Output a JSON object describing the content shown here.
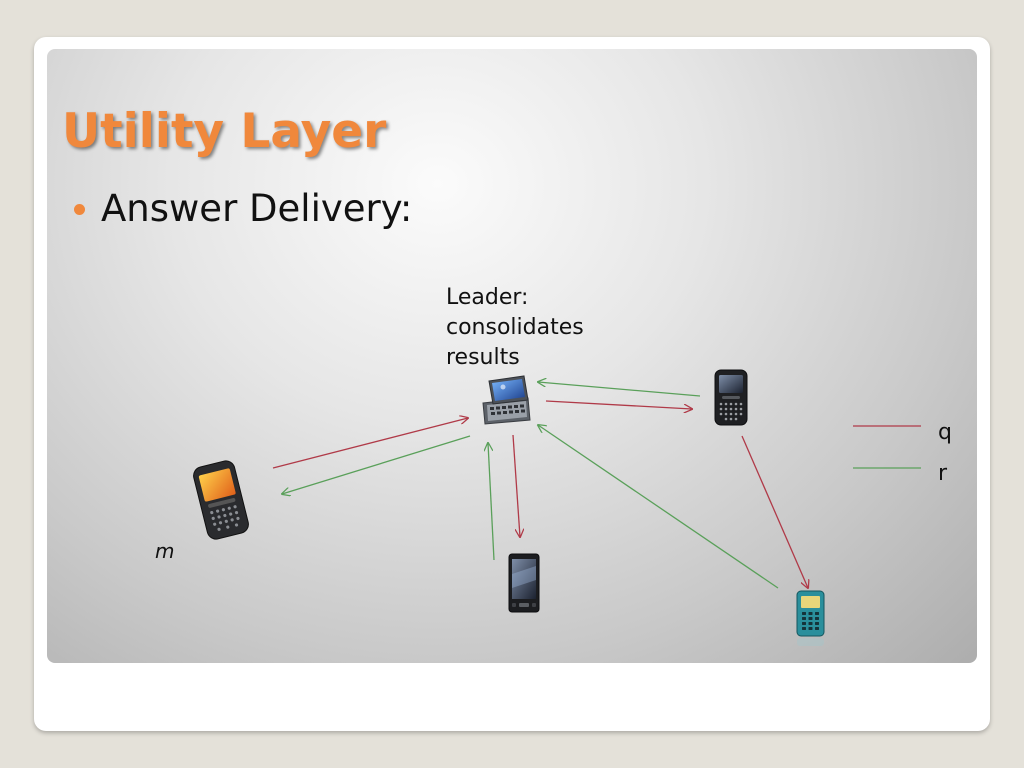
{
  "slide": {
    "title": "Utility Layer",
    "bullet": "Answer Delivery:",
    "leader_label": [
      "Leader:",
      "consolidates",
      "results"
    ],
    "device_label_m": "m"
  },
  "legend": [
    {
      "label": "q",
      "color": "#b03a48"
    },
    {
      "label": "r",
      "color": "#5aa05a"
    }
  ],
  "colors": {
    "accent": "#f0883c",
    "query_arrow": "#b03a48",
    "response_arrow": "#5aa05a"
  },
  "devices": [
    {
      "id": "leader",
      "icon": "pda-device-icon"
    },
    {
      "id": "node-m",
      "icon": "smartphone-icon"
    },
    {
      "id": "node-top-right",
      "icon": "smartphone-icon"
    },
    {
      "id": "node-bottom-center",
      "icon": "touch-phone-icon"
    },
    {
      "id": "node-bottom-right",
      "icon": "keypad-phone-icon"
    }
  ]
}
